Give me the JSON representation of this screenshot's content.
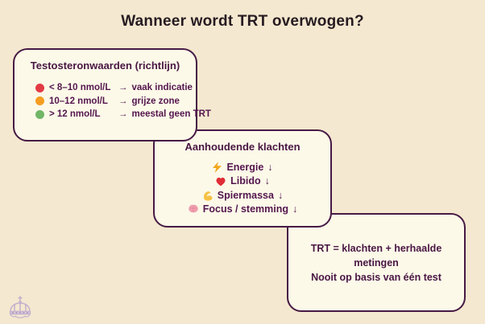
{
  "page": {
    "title": "Wanneer wordt TRT overwogen?"
  },
  "colors": {
    "background": "#f4e8d0",
    "card_fill": "#fcf9e9",
    "card_border": "#461a44",
    "title_text": "#261b21",
    "body_text": "#54164e",
    "dot_red": "#e23b44",
    "dot_orange": "#f59d20",
    "dot_green": "#72b667",
    "lightning_yellow": "#f2a71b",
    "heart_red": "#e02d35",
    "bicep_gold": "#f6c244",
    "brain_pink": "#f09fae",
    "crown_lavender": "#b7a2cc"
  },
  "threshold_card": {
    "title": "Testosteronwaarden (richtlijn)",
    "rows": [
      {
        "dot_color": "#e23b44",
        "value": "< 8–10 nmol/L",
        "arrow": "→",
        "result": "vaak indicatie"
      },
      {
        "dot_color": "#f59d20",
        "value": "10–12 nmol/L",
        "arrow": "→",
        "result": "grijze zone"
      },
      {
        "dot_color": "#72b667",
        "value": "> 12 nmol/L",
        "arrow": "→",
        "result": "meestal geen TRT"
      }
    ]
  },
  "symptom_card": {
    "title": "Aanhoudende klachten",
    "items": [
      {
        "icon": "lightning-icon",
        "label": "Energie",
        "arrow": "↓"
      },
      {
        "icon": "heart-icon",
        "label": "Libido",
        "arrow": "↓"
      },
      {
        "icon": "bicep-icon",
        "label": "Spiermassa",
        "arrow": "↓"
      },
      {
        "icon": "brain-icon",
        "label": "Focus / stemming",
        "arrow": "↓"
      }
    ]
  },
  "conclusion_card": {
    "line1": "TRT = klachten + herhaalde metingen",
    "line2": "Nooit op basis van één test"
  },
  "watermark": {
    "icon": "crown-icon"
  }
}
